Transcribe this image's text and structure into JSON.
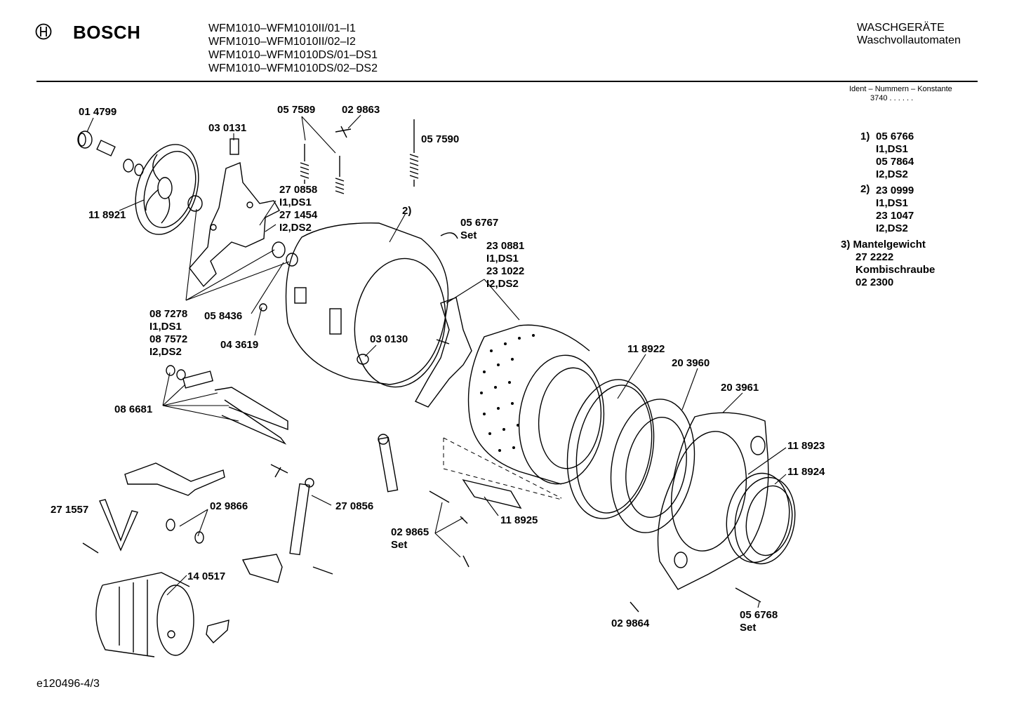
{
  "header": {
    "brand": "BOSCH",
    "models": [
      "WFM1010–WFM1010II/01–I1",
      "WFM1010–WFM1010II/02–I2",
      "WFM1010–WFM1010DS/01–DS1",
      "WFM1010–WFM1010DS/02–DS2"
    ],
    "category_line1": "WASCHGERÄTE",
    "category_line2": "Waschvollautomaten",
    "ident_label": "Ident – Nummern – Konstante",
    "ident_value": "3740 . . . . . ."
  },
  "notes": {
    "n1_marker": "1)",
    "n1_lines": [
      "05 6766",
      "I1,DS1",
      "05 7864",
      "I2,DS2"
    ],
    "n2_marker": "2)",
    "n2_lines": [
      "23 0999",
      "I1,DS1",
      "23 1047",
      "I2,DS2"
    ],
    "n3_lines": [
      "3) Mantelgewicht",
      "27 2222",
      "Kombischraube",
      "02 2300"
    ]
  },
  "labels": {
    "p014799": "01 4799",
    "p030131": "03 0131",
    "p057589": "05 7589",
    "p029863": "02 9863",
    "p057590": "05 7590",
    "p118921": "11 8921",
    "p270858": [
      "27 0858",
      "I1,DS1",
      "27 1454",
      "I2,DS2"
    ],
    "p2": "2)",
    "p056767": [
      "05 6767",
      "Set"
    ],
    "p230881": [
      "23 0881",
      "I1,DS1",
      "23 1022",
      "I2,DS2"
    ],
    "p087278": [
      "08 7278",
      "I1,DS1",
      "08 7572",
      "I2,DS2"
    ],
    "p058436": "05 8436",
    "p043619": "04 3619",
    "p030130": "03 0130",
    "p118922": "11 8922",
    "p203960": "20 3960",
    "p203961": "20 3961",
    "p086681": "08 6681",
    "p118923": "11 8923",
    "p118924": "11 8924",
    "p271557": "27 1557",
    "p029866": "02 9866",
    "p270856": "27 0856",
    "p118925": "11 8925",
    "p029865": [
      "02 9865",
      "Set"
    ],
    "p140517": "14 0517",
    "p029864": "02 9864",
    "p056768": [
      "05 6768",
      "Set"
    ]
  },
  "footer": {
    "code": "e120496-4/3"
  }
}
